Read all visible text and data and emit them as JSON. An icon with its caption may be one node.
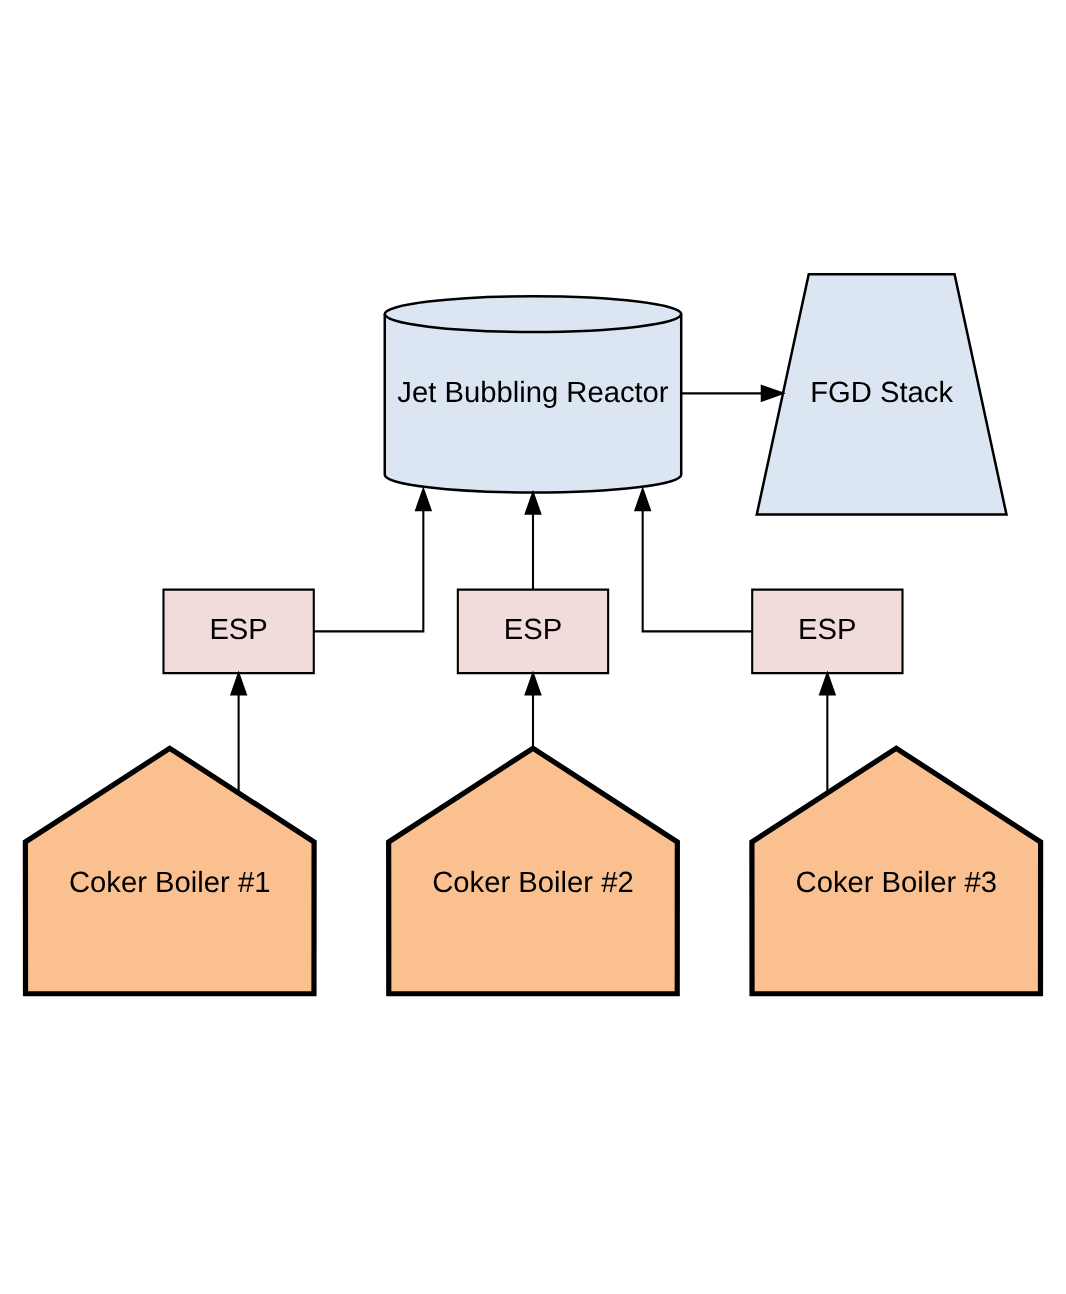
{
  "diagram": {
    "nodes": [
      {
        "text": [
          "Jet Bubbling Reactor"
        ]
      },
      {
        "text": [
          "FGD Stack"
        ]
      },
      {
        "text": [
          "ESP"
        ]
      },
      {
        "text": [
          "ESP"
        ]
      },
      {
        "text": [
          "ESP"
        ]
      },
      {
        "text": [
          "Coker Boiler #1"
        ]
      },
      {
        "text": [
          "Coker Boiler #2"
        ]
      },
      {
        "text": [
          "Coker Boiler #3"
        ]
      }
    ],
    "edges": [
      {
        "from": 0,
        "to": 1,
        "arrow": "to"
      },
      {
        "from": 2,
        "to": 0,
        "arrow": "to"
      },
      {
        "from": 3,
        "to": 0,
        "arrow": "to"
      },
      {
        "from": 4,
        "to": 0,
        "arrow": "to"
      },
      {
        "from": 5,
        "to": 2,
        "arrow": "to"
      },
      {
        "from": 6,
        "to": 3,
        "arrow": "to"
      },
      {
        "from": 7,
        "to": 4,
        "arrow": "to"
      }
    ]
  }
}
